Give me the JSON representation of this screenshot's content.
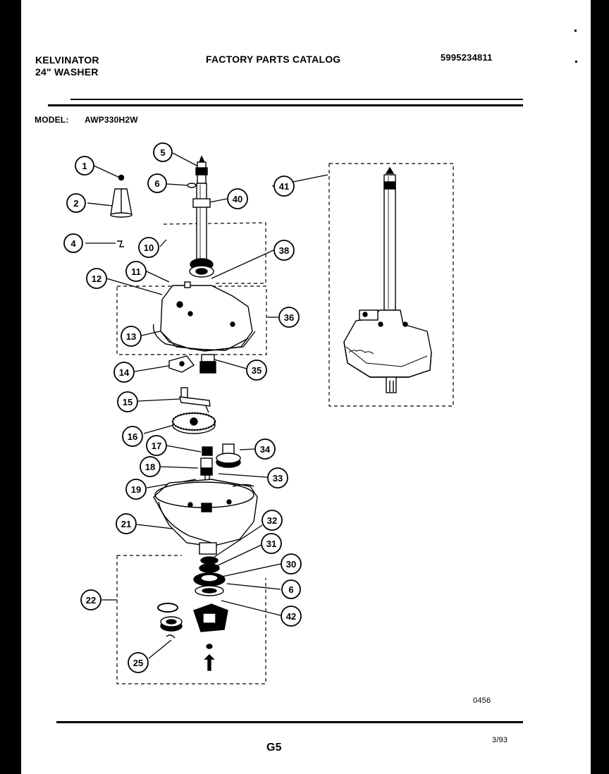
{
  "header": {
    "brand": "KELVINATOR",
    "product": "24\" WASHER",
    "catalog_title": "FACTORY PARTS CATALOG",
    "catalog_number": "5995234811"
  },
  "model": {
    "label": "MODEL:",
    "value": "AWP330H2W"
  },
  "footer": {
    "figure_code": "0456",
    "page": "G5",
    "date": "3/93"
  },
  "callouts": [
    "1",
    "2",
    "4",
    "5",
    "6",
    "40",
    "41",
    "10",
    "38",
    "11",
    "12",
    "36",
    "13",
    "14",
    "35",
    "15",
    "16",
    "17",
    "34",
    "18",
    "33",
    "19",
    "21",
    "32",
    "31",
    "30",
    "6",
    "22",
    "42",
    "25"
  ]
}
